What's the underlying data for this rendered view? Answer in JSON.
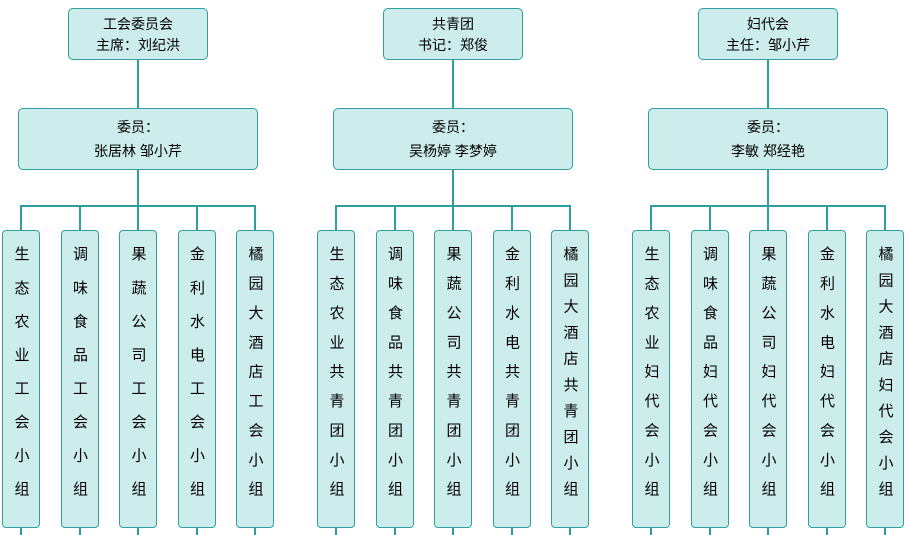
{
  "colors": {
    "box_fill": "#cdecec",
    "box_border": "#2f9e9e",
    "line": "#2f9e9e",
    "text": "#000000"
  },
  "groups": [
    {
      "id": "union-committee",
      "top": {
        "line1": "工会委员会",
        "line2": "主席：刘纪洪"
      },
      "mid": {
        "line1": "委员：",
        "line2": "张居林 邹小芹"
      },
      "children": [
        "生态农业工会小组",
        "调味食品工会小组",
        "果蔬公司工会小组",
        "金利水电工会小组",
        "橘园大酒店工会小组"
      ]
    },
    {
      "id": "youth-league",
      "top": {
        "line1": "共青团",
        "line2": "书记：郑俊"
      },
      "mid": {
        "line1": "委员：",
        "line2": "吴杨婷  李梦婷"
      },
      "children": [
        "生态农业共青团小组",
        "调味食品共青团小组",
        "果蔬公司共青团小组",
        "金利水电共青团小组",
        "橘园大酒店共青团小组"
      ]
    },
    {
      "id": "womens-congress",
      "top": {
        "line1": "妇代会",
        "line2": "主任：邹小芹"
      },
      "mid": {
        "line1": "委员：",
        "line2": "李敏  郑经艳"
      },
      "children": [
        "生态农业妇代会小组",
        "调味食品妇代会小组",
        "果蔬公司妇代会小组",
        "金利水电妇代会小组",
        "橘园大酒店妇代会小组"
      ]
    }
  ]
}
